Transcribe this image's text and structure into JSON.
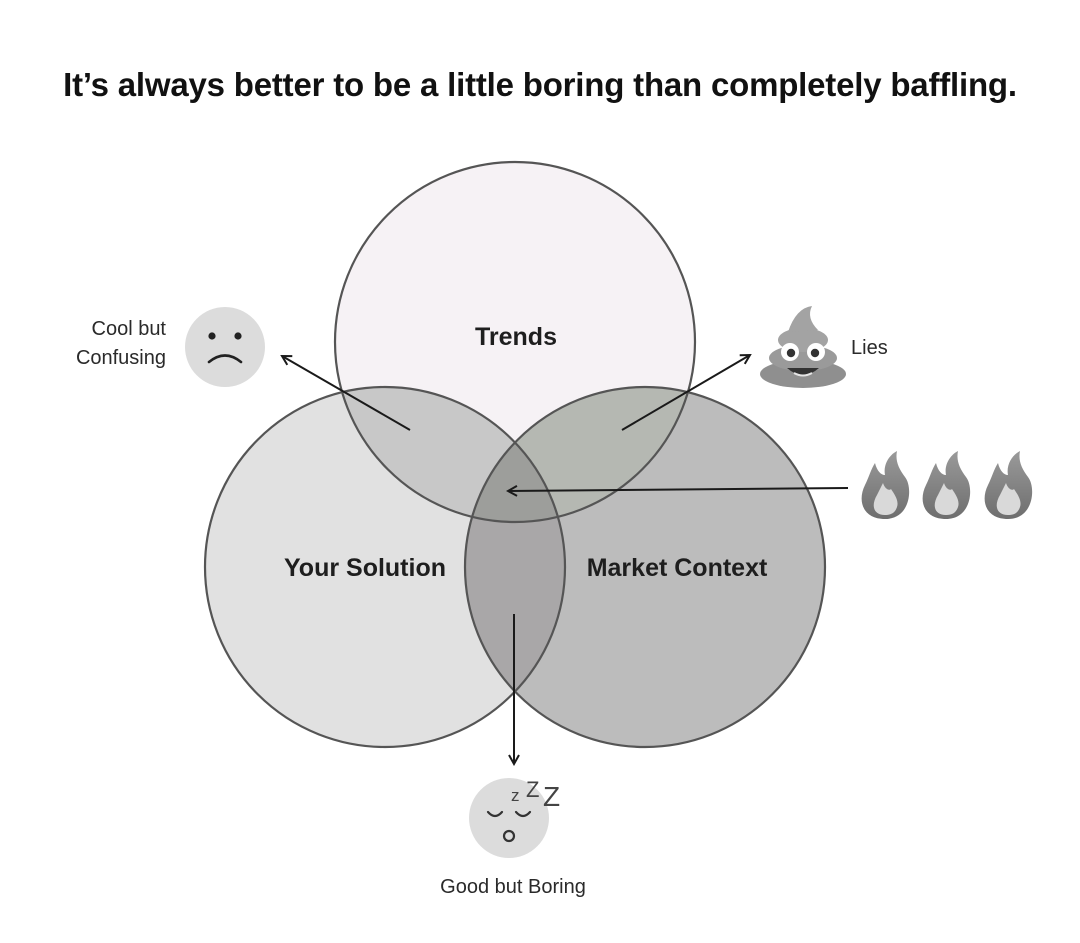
{
  "title": "It’s always better to be a little boring than completely baffling.",
  "circles": {
    "trends": "Trends",
    "solution": "Your Solution",
    "market": "Market Context"
  },
  "outcomes": {
    "cool_but_confusing": [
      "Cool but",
      "Confusing"
    ],
    "lies": "Lies",
    "good_but_boring": "Good but Boring",
    "sleep_letters": [
      "z",
      "Z",
      "Z"
    ]
  },
  "icons": {
    "sad_face": "sad-face-icon",
    "poop": "poop-icon",
    "fire": "fire-icon",
    "sleeping_face": "sleeping-face-icon"
  },
  "colors": {
    "trends_fill": "#f6f2f5",
    "solution_fill": "#e1e1e1",
    "market_fill": "#bcbcbc",
    "stroke": "#555555"
  }
}
